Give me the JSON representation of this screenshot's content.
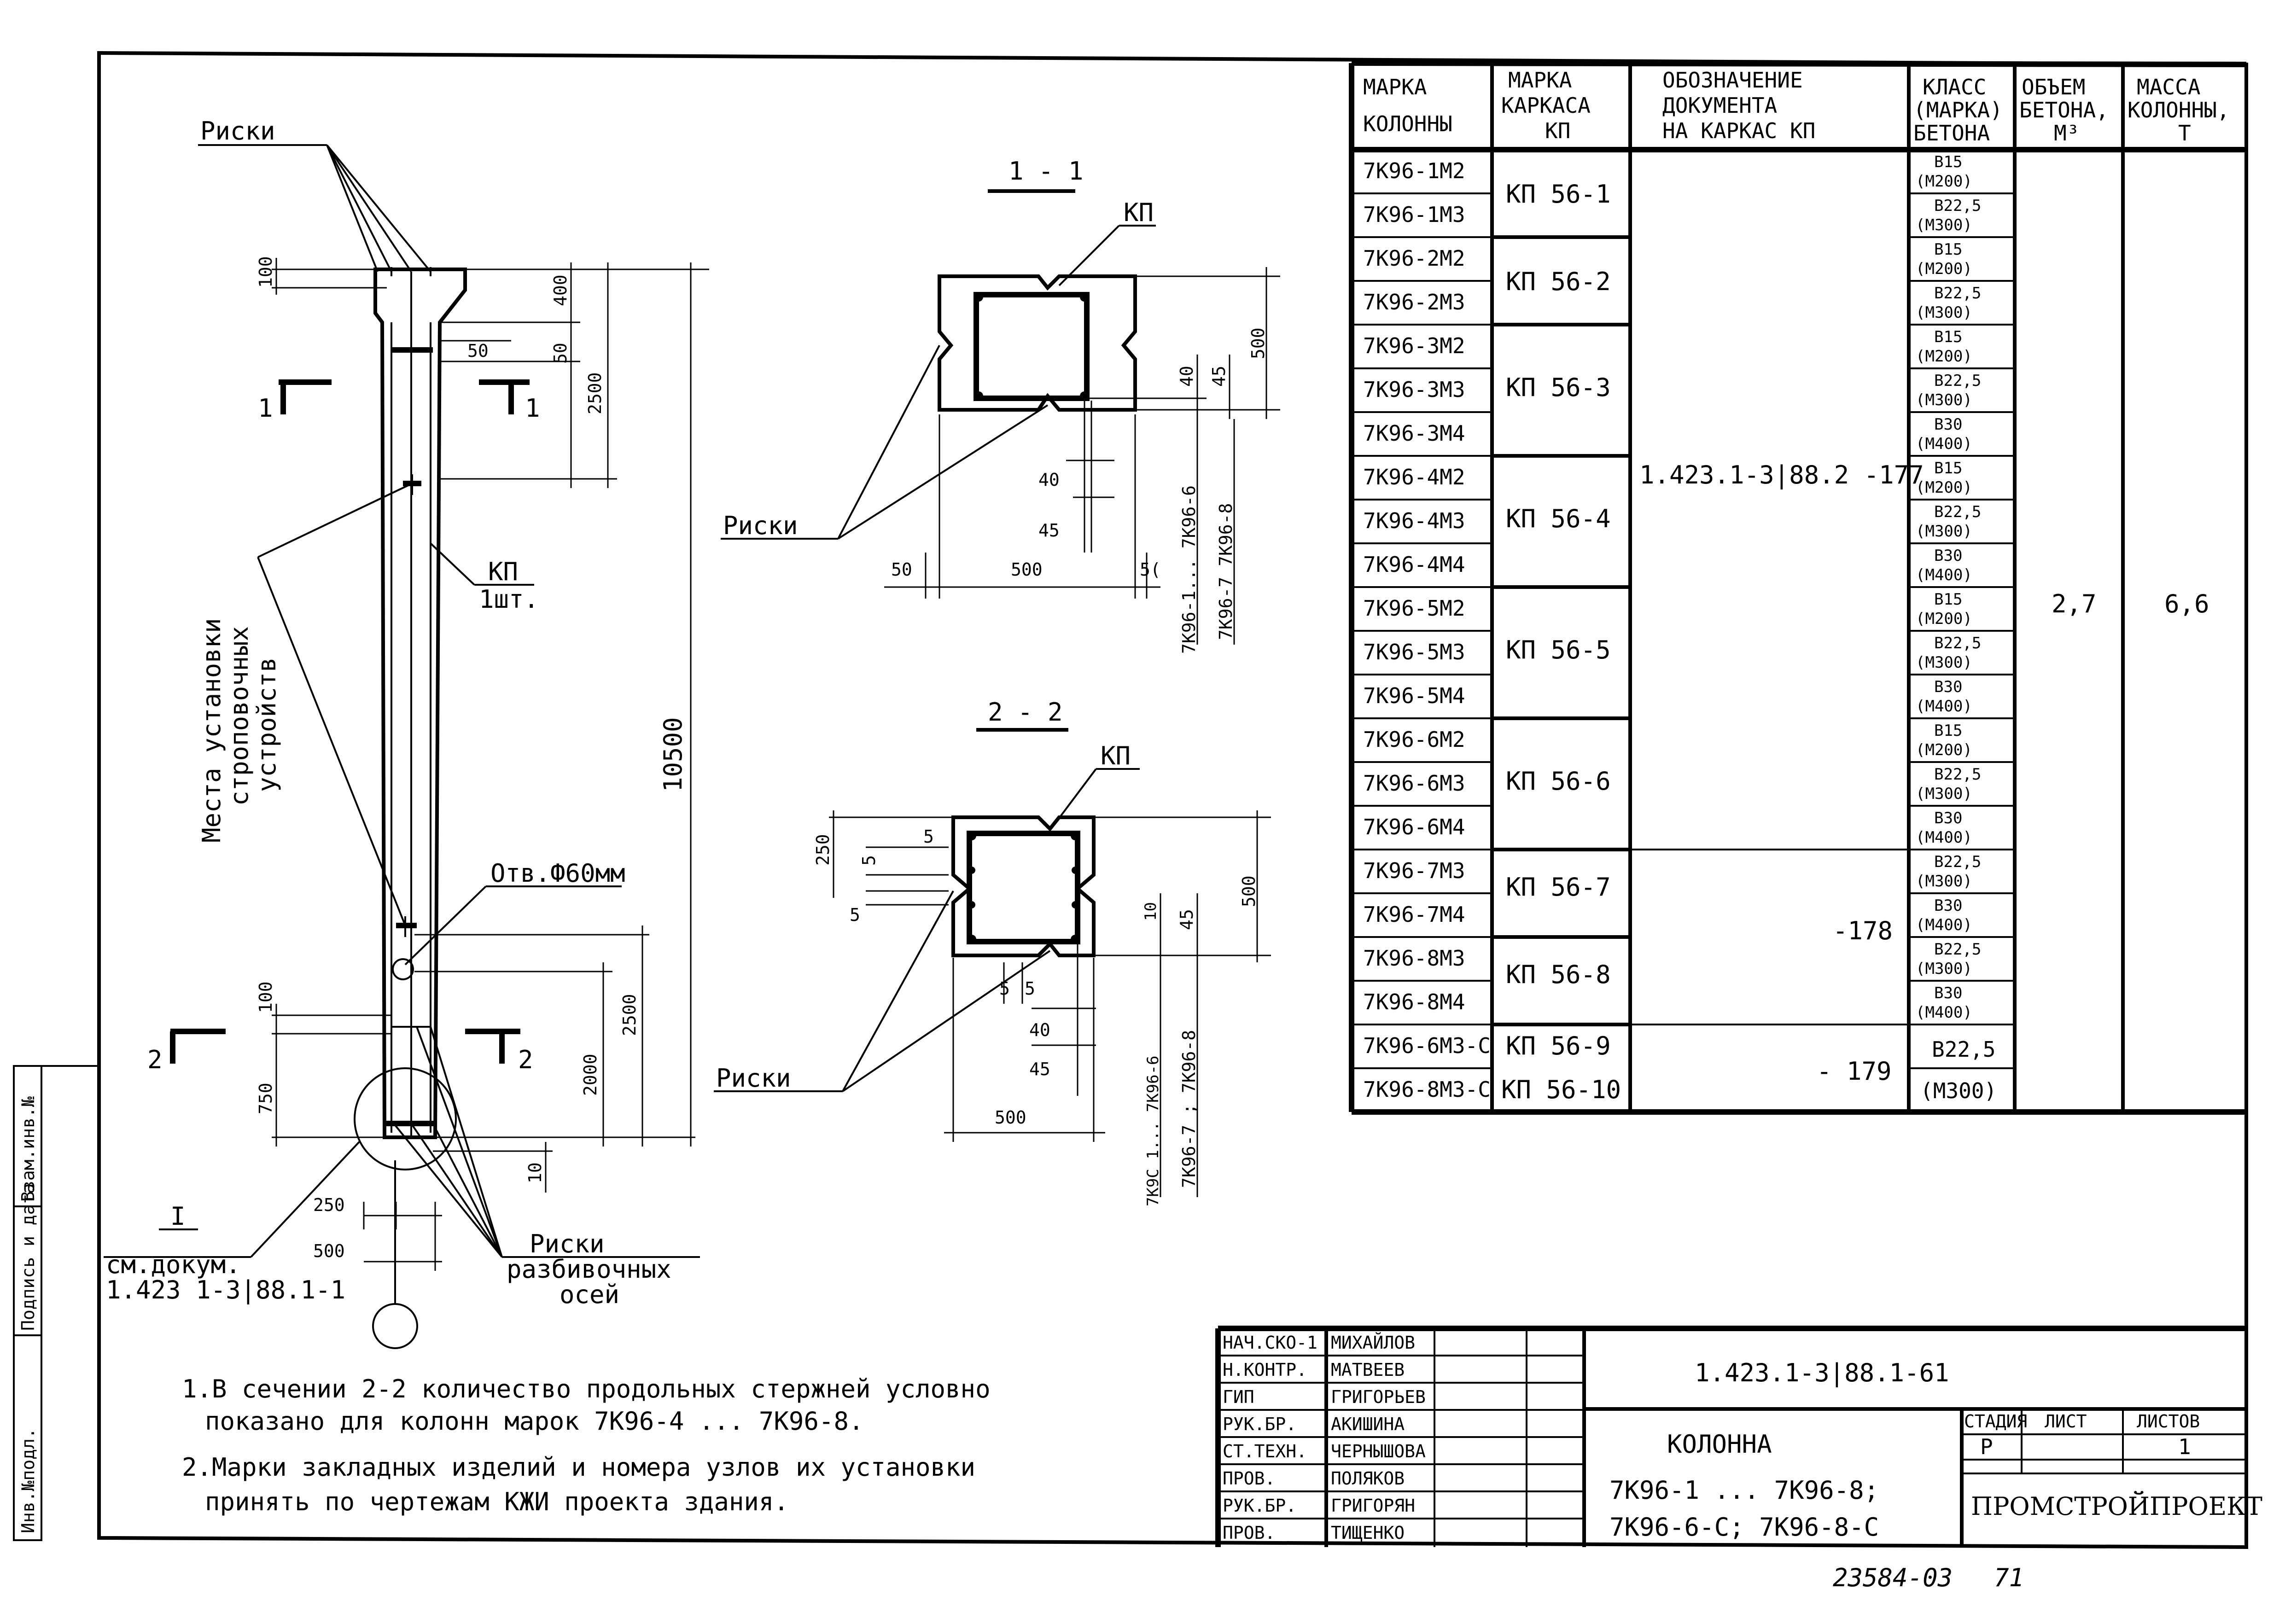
{
  "sheet": {
    "code": "1.423.1-3|88.1-61",
    "title": "КОЛОННА",
    "subtitle1": "7К96-1 ... 7К96-8;",
    "subtitle2": "7К96-6-С; 7К96-8-С",
    "stage_label": "СТАДИЯ",
    "sheet_label": "ЛИСТ",
    "sheets_label": "ЛИСТОВ",
    "stage": "Р",
    "sheet_no": "",
    "sheets": "1",
    "org": "ПРОМСТРОЙПРОЕКТ",
    "footer_number": "23584-03",
    "footer_sheet": "71"
  },
  "side_stamp": [
    "Инв.№подл.",
    "Подпись и дата",
    "Взам.инв.№"
  ],
  "signatures": [
    {
      "role": "НАЧ.СКО-1",
      "name": "МИХАЙЛОВ"
    },
    {
      "role": "Н.КОНТР.",
      "name": "МАТВЕЕВ"
    },
    {
      "role": "ГИП",
      "name": "ГРИГОРЬЕВ"
    },
    {
      "role": "РУК.БР.",
      "name": "АКИШИНА"
    },
    {
      "role": "СТ.ТЕХН.",
      "name": "ЧЕРНЫШОВА"
    },
    {
      "role": "ПРОВ.",
      "name": "ПОЛЯКОВ"
    },
    {
      "role": "РУК.БР.",
      "name": "ГРИГОРЯН"
    },
    {
      "role": "ПРОВ.",
      "name": "ТИЩЕНКО"
    }
  ],
  "table": {
    "headers": [
      "МАРКА КОЛОННЫ",
      "МАРКА КАРКАСА КП",
      "ОБОЗНАЧЕНИЕ ДОКУМЕНТА НА КАРКАС КП",
      "КЛАСС (МАРКА) БЕТОНА",
      "ОБЪЕМ БЕТОНА, М³",
      "МАССА КОЛОННЫ, Т"
    ],
    "rows": [
      {
        "mark": "7К96-1М2",
        "cls": "В15",
        "grade": "(М200)"
      },
      {
        "mark": "7К96-1М3",
        "cls": "В22,5",
        "grade": "(М300)"
      },
      {
        "mark": "7К96-2М2",
        "cls": "В15",
        "grade": "(М200)"
      },
      {
        "mark": "7К96-2М3",
        "cls": "В22,5",
        "grade": "(М300)"
      },
      {
        "mark": "7К96-3М2",
        "cls": "В15",
        "grade": "(М200)"
      },
      {
        "mark": "7К96-3М3",
        "cls": "В22,5",
        "grade": "(М300)"
      },
      {
        "mark": "7К96-3М4",
        "cls": "В30",
        "grade": "(М400)"
      },
      {
        "mark": "7К96-4М2",
        "cls": "В15",
        "grade": "(М200)"
      },
      {
        "mark": "7К96-4М3",
        "cls": "В22,5",
        "grade": "(М300)"
      },
      {
        "mark": "7К96-4М4",
        "cls": "В30",
        "grade": "(М400)"
      },
      {
        "mark": "7К96-5М2",
        "cls": "В15",
        "grade": "(М200)"
      },
      {
        "mark": "7К96-5М3",
        "cls": "В22,5",
        "grade": "(М300)"
      },
      {
        "mark": "7К96-5М4",
        "cls": "В30",
        "grade": "(М400)"
      },
      {
        "mark": "7К96-6М2",
        "cls": "В15",
        "grade": "(М200)"
      },
      {
        "mark": "7К96-6М3",
        "cls": "В22,5",
        "grade": "(М300)"
      },
      {
        "mark": "7К96-6М4",
        "cls": "В30",
        "grade": "(М400)"
      },
      {
        "mark": "7К96-7М3",
        "cls": "В22,5",
        "grade": "(М300)"
      },
      {
        "mark": "7К96-7М4",
        "cls": "В30",
        "grade": "(М400)"
      },
      {
        "mark": "7К96-8М3",
        "cls": "В22,5",
        "grade": "(М300)"
      },
      {
        "mark": "7К96-8М4",
        "cls": "В30",
        "grade": "(М400)"
      },
      {
        "mark": "7К96-6М3-С",
        "cls": "",
        "grade": ""
      },
      {
        "mark": "7К96-8М3-С",
        "cls": "",
        "grade": ""
      }
    ],
    "frames": [
      "КП 56-1",
      "КП 56-2",
      "КП 56-3",
      "КП 56-4",
      "КП 56-5",
      "КП 56-6",
      "КП 56-7",
      "КП 56-8",
      "КП 56-9",
      "КП 56-10"
    ],
    "docs": [
      "1.423.1-3|88.2 -177",
      "-178",
      "- 179"
    ],
    "sc_class": "В22,5",
    "sc_grade": "(М300)",
    "volume": "2,7",
    "mass": "6,6"
  },
  "notes": [
    "1.В сечении 2-2 количество продольных стержней условно",
    "показано для колонн марок 7К96-4 ... 7К96-8.",
    "2.Марки закладных изделий и номера узлов их установки",
    "принять по чертежам КЖИ проекта здания."
  ],
  "elevation": {
    "riski_top": "Риски",
    "kp_label": "КП",
    "kp_qty": "1шт.",
    "lift_label": [
      "Места установки",
      "строповочных",
      "устройств"
    ],
    "hole_label": "Отв.Ф60мм",
    "riski_bottom": [
      "Риски",
      "разбивочных",
      "осей"
    ],
    "ref_mark": "I",
    "ref_label": [
      "см.докум.",
      "1.423 1-3|88.1-1"
    ],
    "sec1": "1",
    "sec2": "2",
    "dims": {
      "d100a": "100",
      "d400": "400",
      "d50h": "50",
      "d50v": "50",
      "d2500a": "2500",
      "d10500": "10500",
      "d100b": "100",
      "d750": "750",
      "d2000": "2000",
      "d2500b": "2500",
      "d10": "10",
      "d250": "250",
      "d500": "500"
    }
  },
  "section1": {
    "title": "1 - 1",
    "kp": "КП",
    "riski": "Риски",
    "dims": {
      "d40a": "40",
      "d45a": "45",
      "d500v": "500",
      "d40b": "40",
      "d45b": "45",
      "d50l": "50",
      "d500h": "500",
      "d50r": "5("
    },
    "marks": [
      "7К96-1... 7К96-6",
      "7К96-7  7К96-8"
    ]
  },
  "section2": {
    "title": "2 - 2",
    "kp": "КП",
    "riski": "Риски",
    "dims": {
      "d250": "250",
      "d5a": "5",
      "d5b": "5",
      "d5c": "5",
      "d5d": "5",
      "d5e": "5",
      "d10": "10",
      "d45": "45",
      "d500v": "500",
      "d40": "40",
      "d45b": "45",
      "d500h": "500"
    },
    "marks": [
      "7К9С 1... 7К96-6",
      "7К96-7 ; 7К96-8"
    ]
  }
}
